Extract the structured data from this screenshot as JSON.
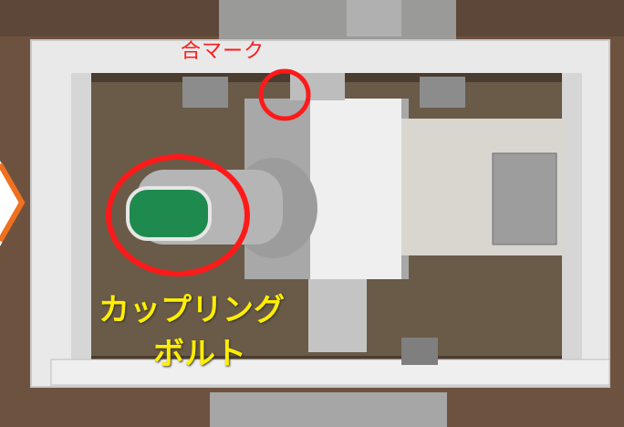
{
  "annotations": {
    "mark_label": "合マーク",
    "bolt_label_line1": "カップリング",
    "bolt_label_line2": "ボルト"
  },
  "colors": {
    "highlight_red": "#ff1a1a",
    "label_yellow": "#ffee00",
    "arrow_orange": "#f07020"
  }
}
